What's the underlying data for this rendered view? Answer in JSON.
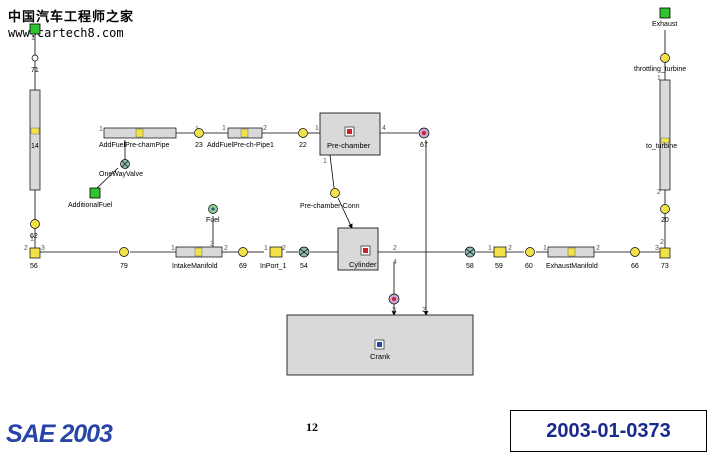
{
  "watermark": {
    "chinese": "中国汽车工程师之家",
    "url": "www.cartech8.com"
  },
  "footer": {
    "logo": "SAE 2003",
    "page_number": "12",
    "paper_number": "2003-01-0373"
  },
  "labels": {
    "exhaust": "Exhaust",
    "throttling_turbine": "throttling_turbine",
    "to_turbine": "to_turbine",
    "n20": "20",
    "n73": "73",
    "n66": "66",
    "exhaust_manifold": "ExhaustManifold",
    "n60": "60",
    "n59": "59",
    "n58": "58",
    "n67": "67",
    "pre_chamber": "Pre-chamber",
    "n22": "22",
    "add_fuel_pre_ch_pipe1": "AddFuelPre-ch-Pipe1",
    "n23": "23",
    "add_fuel_pre_cham_pipe": "AddFuelPre-chamPipe",
    "one_way_valve": "OneWayValve",
    "additional_fuel": "AdditionalFuel",
    "pre_chamber_conn": "Pre-chamber-Conn",
    "fuel": "Fuel",
    "cylinder": "Cylinder",
    "crank": "Crank",
    "n71": "71",
    "n14": "14",
    "n62": "62",
    "n56": "56",
    "n79": "79",
    "intake_manifold": "IntakeManifold",
    "n69": "69",
    "in_port_1": "InPort_1",
    "n54": "54"
  },
  "ports": {
    "one": "1",
    "two": "2",
    "three": "3",
    "four": "4"
  },
  "colors": {
    "block_fill": "#d9d9d9",
    "junction_fill": "#f2e24a",
    "boundary_fill": "#2fc42f",
    "accent_red": "#cc2222",
    "logo_blue": "#2a45a8"
  }
}
